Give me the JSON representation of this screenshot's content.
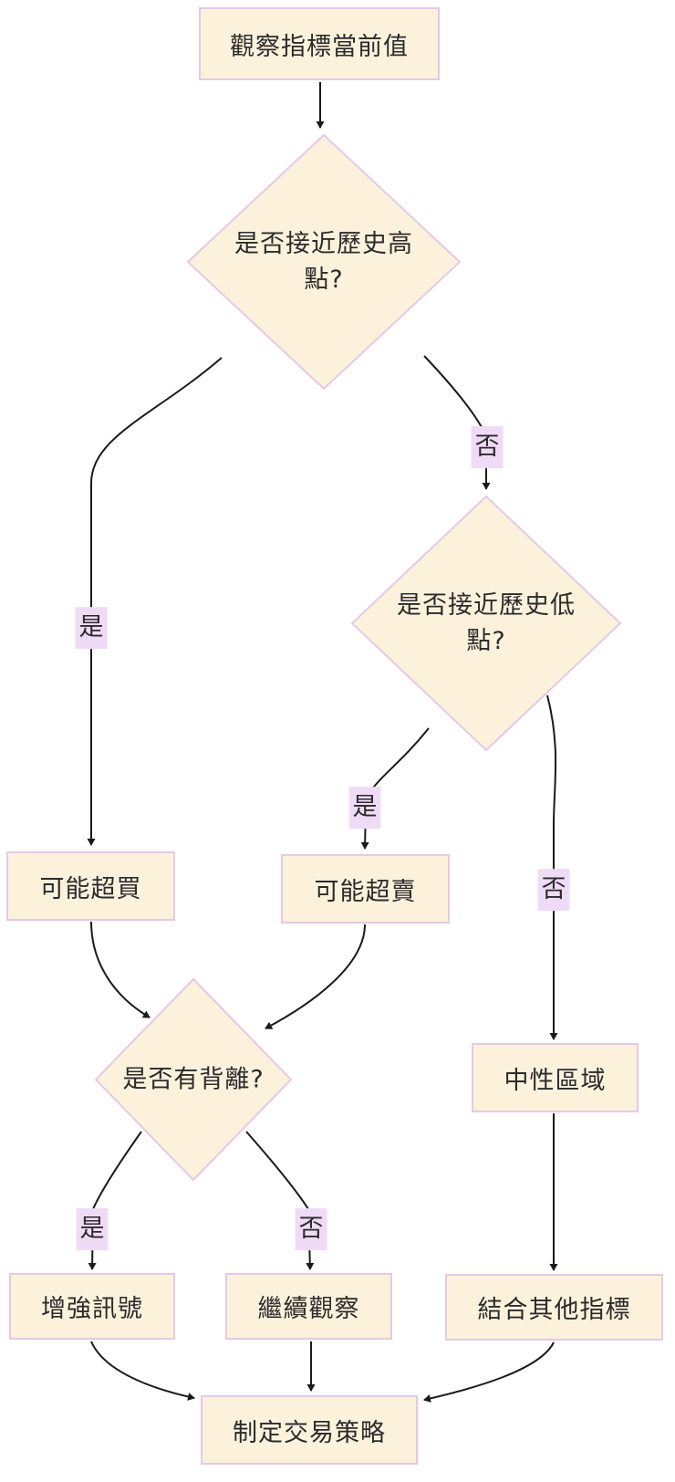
{
  "flowchart": {
    "title": "indicator-analysis-flowchart",
    "nodes": {
      "start": {
        "label": "觀察指標當前值"
      },
      "d1": {
        "label": "是否接近歷史高點?"
      },
      "d2": {
        "label": "是否接近歷史低點?"
      },
      "d3": {
        "label": "是否有背離?"
      },
      "overbought": {
        "label": "可能超買"
      },
      "oversold": {
        "label": "可能超賣"
      },
      "neutral": {
        "label": "中性區域"
      },
      "strengthen": {
        "label": "增強訊號"
      },
      "observe": {
        "label": "繼續觀察"
      },
      "combine": {
        "label": "結合其他指標"
      },
      "strategy": {
        "label": "制定交易策略"
      }
    },
    "edge_labels": {
      "d1_yes": "是",
      "d1_no": "否",
      "d2_yes": "是",
      "d2_no": "否",
      "d3_yes": "是",
      "d3_no": "否"
    },
    "colors": {
      "background": "#FFFFFF",
      "node_fill": "#FCF2DC",
      "node_border": "#E5C8E6",
      "label_bg": "#F0DBF7",
      "line": "#1a1a1a",
      "text": "#2b2b2b"
    }
  }
}
